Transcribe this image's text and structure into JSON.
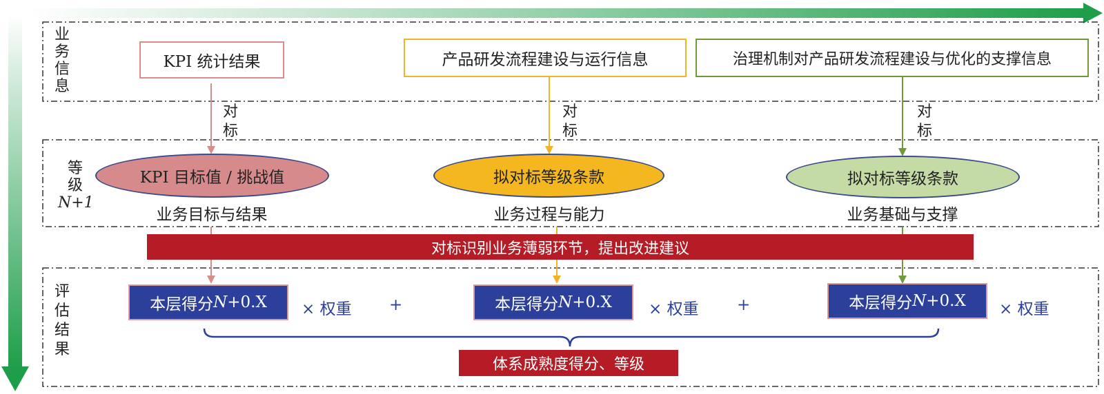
{
  "sections": {
    "info_label": [
      "业",
      "务",
      "信",
      "息"
    ],
    "grade_label": [
      "等",
      "级",
      "N+1"
    ],
    "eval_label": [
      "评",
      "估",
      "结",
      "果"
    ]
  },
  "info_boxes": [
    {
      "text": "KPI 统计结果",
      "border_color": "#d98c8c"
    },
    {
      "text": "产品研发流程建设与运行信息",
      "border_color": "#f4b323"
    },
    {
      "text": "治理机制对产品研发流程建设与优化的支撑信息",
      "border_color": "#6f9a3c"
    }
  ],
  "benchmark": [
    "对",
    "标"
  ],
  "ellipses": [
    {
      "text": "KPI 目标值 / 挑战值",
      "fill": "#d78a8c",
      "caption": "业务目标与结果"
    },
    {
      "text": "拟对标等级条款",
      "fill": "#f4b71f",
      "caption": "业务过程与能力"
    },
    {
      "text": "拟对标等级条款",
      "fill": "#c5dba5",
      "caption": "业务基础与支撑"
    }
  ],
  "identify_bar": "对标识别业务薄弱环节，提出改进建议",
  "score": {
    "prefix": "本层得分 ",
    "var": "N",
    "suffix": "+0.X"
  },
  "weight_label": "× 权重",
  "plus": "+",
  "result_bar": "体系成熟度得分、等级",
  "colors": {
    "arrow_green": "#1e9e4a",
    "red_bar": "#b51c25",
    "score_blue": "#2b3f9b",
    "pink_arrow": "#d98c8c",
    "orange_arrow": "#f4b323",
    "green_arrow": "#6f9a3c"
  }
}
